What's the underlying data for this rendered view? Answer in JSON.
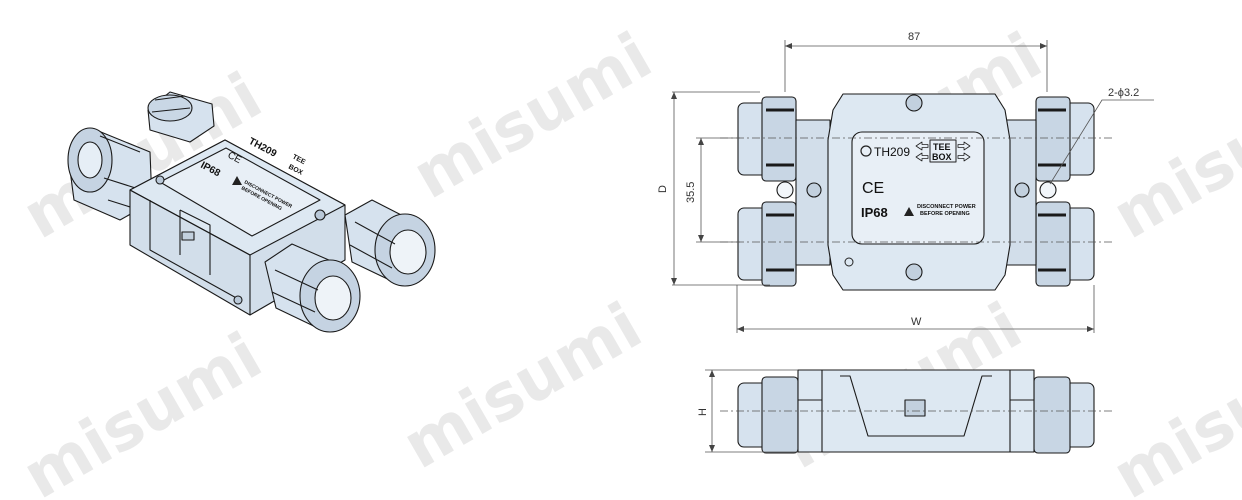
{
  "watermark": "misumi",
  "colors": {
    "body": "#dde8f2",
    "outline": "#1a1a1a",
    "dim_line": "#555555"
  },
  "iso_view": {
    "model": "TH209",
    "tee_box": [
      "TEE",
      "BOX"
    ],
    "rating": "IP68",
    "ce_mark": "CE",
    "warning": [
      "DISCONNECT POWER",
      "BEFORE OPENING"
    ]
  },
  "top_view": {
    "model": "TH209",
    "tee_box": [
      "TEE",
      "BOX"
    ],
    "ce_mark": "CE",
    "rating": "IP68",
    "warning": [
      "DISCONNECT POWER",
      "BEFORE OPENING"
    ]
  },
  "dimensions": {
    "top_span": "87",
    "hole": "2-ϕ3.2",
    "inner_height": "35.5",
    "overall_depth": "D",
    "overall_width": "W",
    "overall_height": "H"
  }
}
